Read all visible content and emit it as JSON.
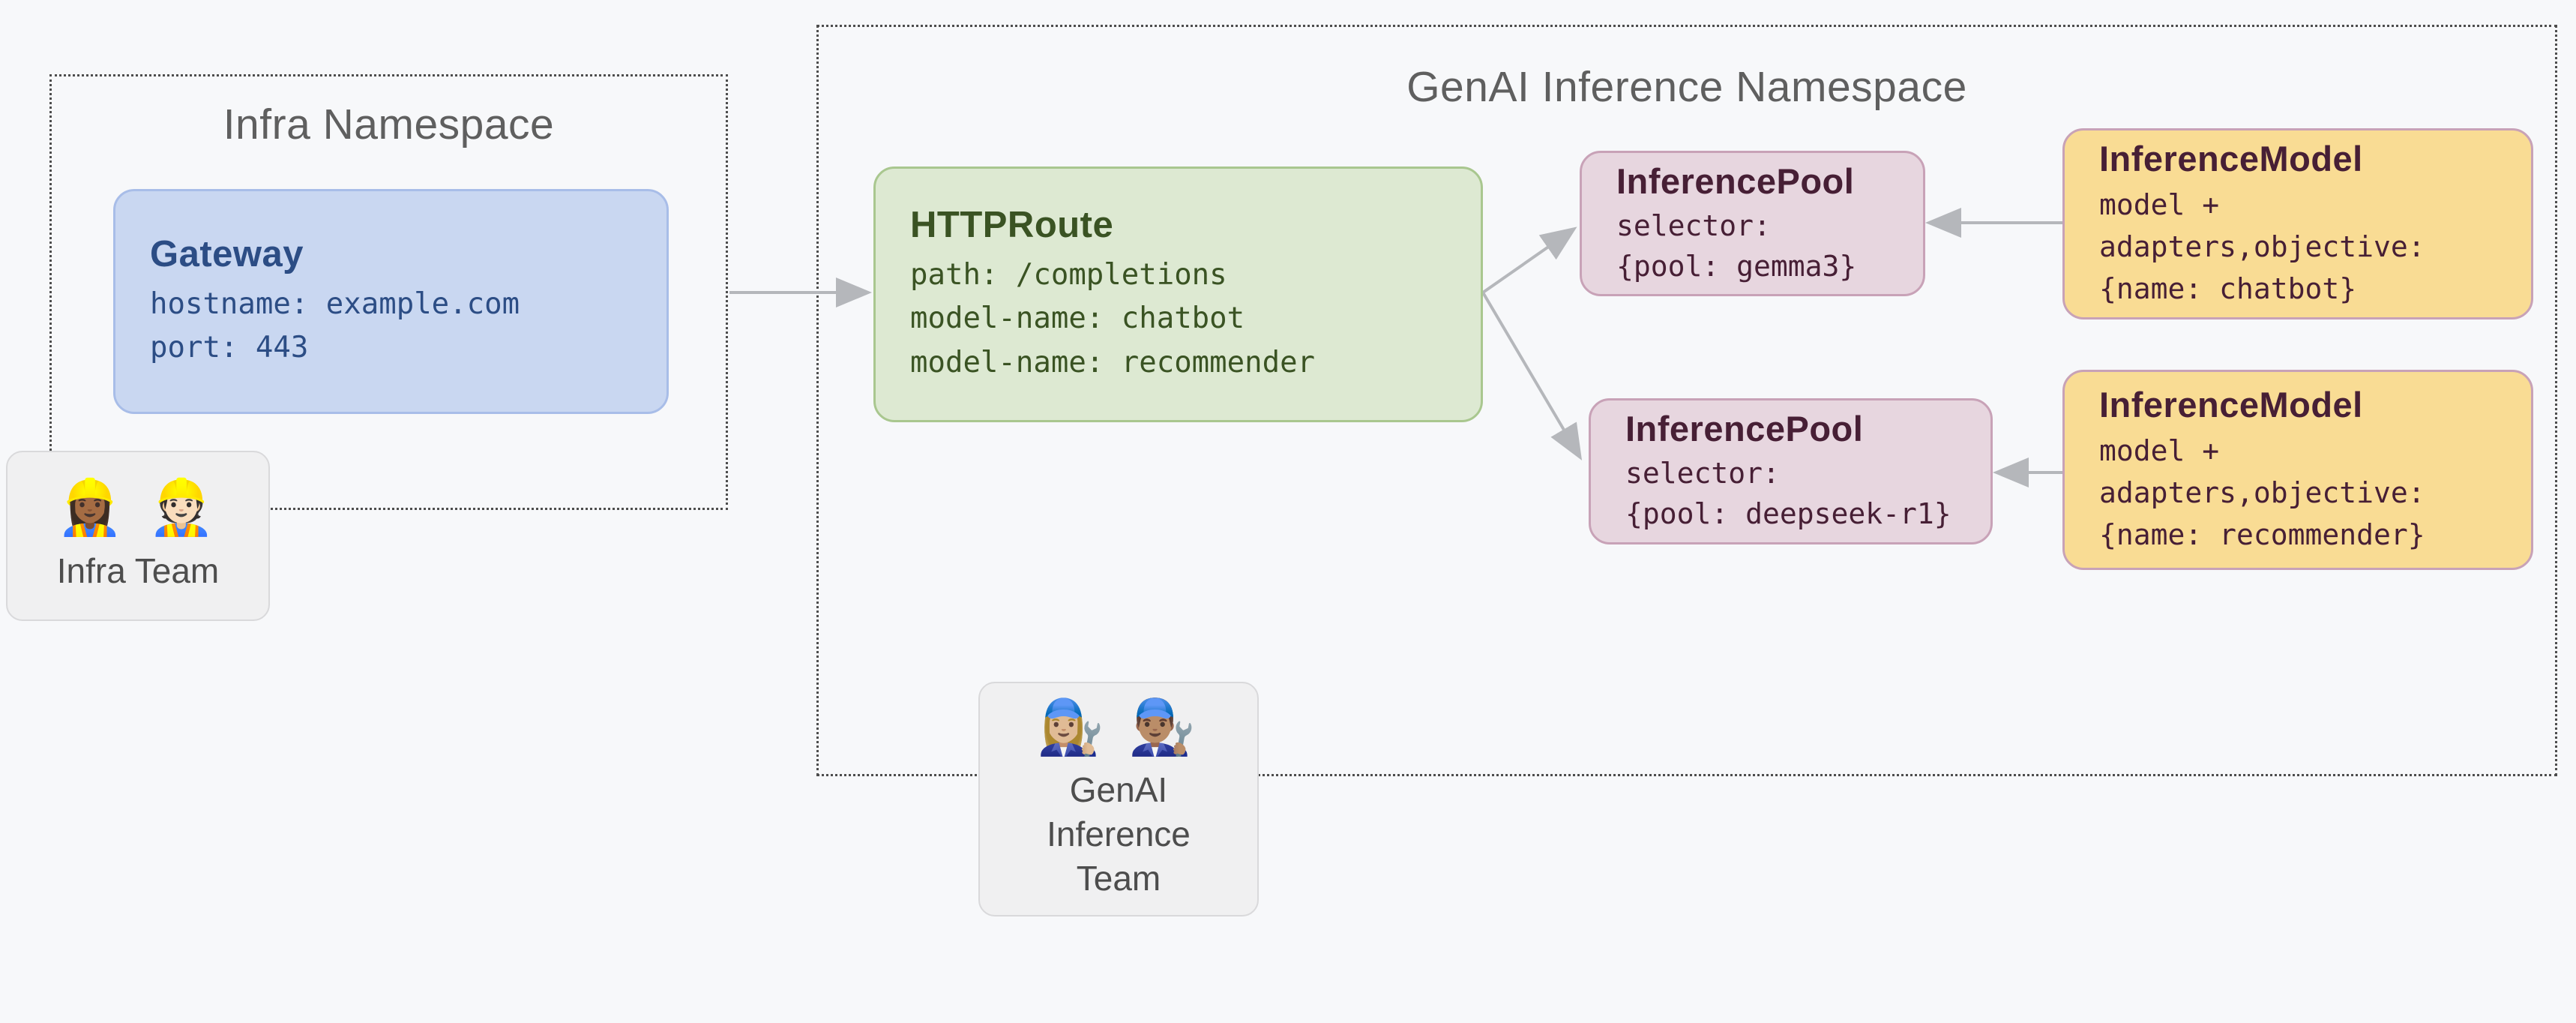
{
  "infra_namespace": {
    "title": "Infra Namespace"
  },
  "genai_namespace": {
    "title": "GenAI Inference Namespace"
  },
  "gateway": {
    "title": "Gateway",
    "lines": [
      "hostname: example.com",
      "port: 443"
    ]
  },
  "httproute": {
    "title": "HTTPRoute",
    "lines": [
      "path: /completions",
      "model-name: chatbot",
      "model-name: recommender"
    ]
  },
  "pool_top": {
    "title": "InferencePool",
    "lines": [
      "selector:",
      "{pool: gemma3}"
    ]
  },
  "pool_bottom": {
    "title": "InferencePool",
    "lines": [
      "selector:",
      "{pool: deepseek-r1}"
    ]
  },
  "model_top": {
    "title": "InferenceModel",
    "lines": [
      "model +",
      "adapters,objective:",
      "{name: chatbot}"
    ]
  },
  "model_bottom": {
    "title": "InferenceModel",
    "lines": [
      "model +",
      "adapters,objective:",
      "{name: recommender}"
    ]
  },
  "infra_team": {
    "emoji_1": "👷🏾‍♀️",
    "emoji_2": "👷🏻",
    "label": "Infra Team"
  },
  "genai_team": {
    "emoji_1": "👩🏼‍🔧",
    "emoji_2": "👨🏽‍🔧",
    "label": "GenAI Inference Team"
  },
  "connections": [
    {
      "from": "infra-namespace",
      "to": "httproute"
    },
    {
      "from": "httproute",
      "to": "inference-pool-gemma3"
    },
    {
      "from": "httproute",
      "to": "inference-pool-deepseek-r1"
    },
    {
      "from": "inference-model-chatbot",
      "to": "inference-pool-gemma3"
    },
    {
      "from": "inference-model-recommender",
      "to": "inference-pool-deepseek-r1"
    }
  ],
  "colors": {
    "background": "#f7f8fa",
    "namespace_border": "#4d4d4d",
    "namespace_title": "#5f5f5f",
    "gateway_fill": "#c9d7f1",
    "gateway_border": "#a8bde8",
    "gateway_text": "#2c4d85",
    "httproute_fill": "#dde9d2",
    "httproute_border": "#a9c78f",
    "httproute_text": "#3a5323",
    "pool_fill": "#e7d6df",
    "pool_border": "#c8a2b7",
    "maroon_text": "#471f35",
    "model_fill": "#f9dc94",
    "model_border": "#c8a2b7",
    "team_fill": "#f0f0f1",
    "team_border": "#d9d9db",
    "team_text": "#4d4d4d",
    "arrow": "#b5b7bb"
  }
}
